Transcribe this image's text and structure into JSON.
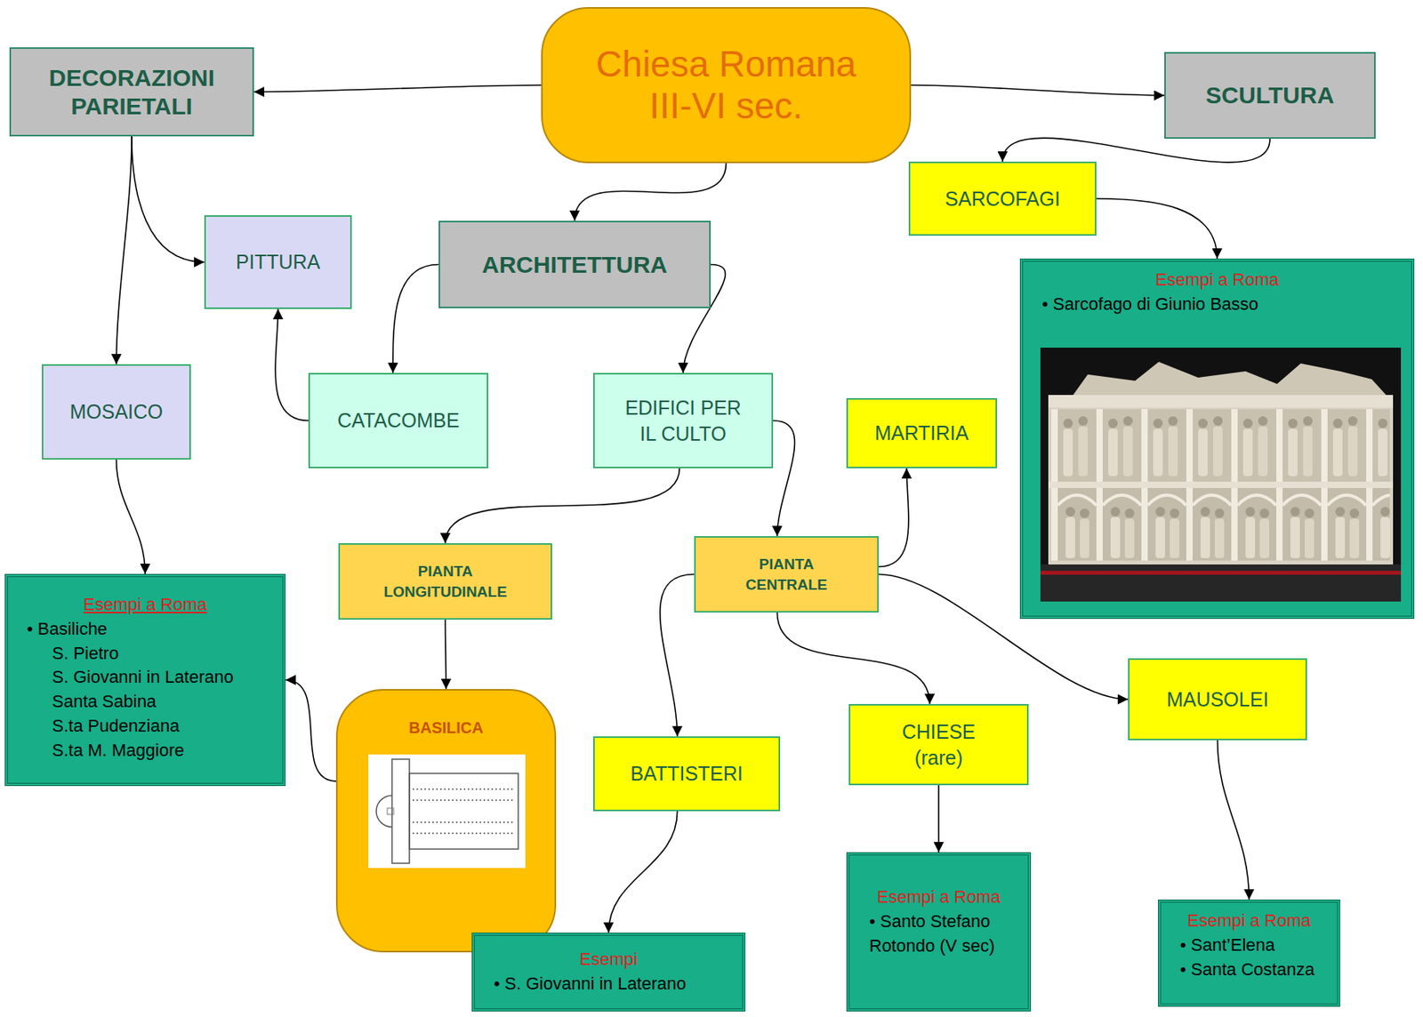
{
  "diagram": {
    "nodes": [
      {
        "text": [
          "Chiesa Romana III-VI sec."
        ]
      },
      {
        "text": [
          "DECORAZIONI PARIETALI"
        ]
      },
      {
        "text": [
          "SCULTURA"
        ]
      },
      {
        "text": [
          "SARCOFAGI"
        ]
      },
      {
        "text": [
          "PITTURA"
        ]
      },
      {
        "text": [
          "ARCHITETTURA"
        ]
      },
      {
        "text": [
          "Esempi a Roma",
          "• Sarcofago di Giunio Basso"
        ]
      },
      {
        "text": [
          "MOSAICO"
        ]
      },
      {
        "text": [
          "CATACOMBE"
        ]
      },
      {
        "text": [
          "EDIFICI PER IL CULTO"
        ]
      },
      {
        "text": [
          "MARTIRIA"
        ]
      },
      {
        "text": [
          "PIANTA LONGITUDINALE"
        ]
      },
      {
        "text": [
          "PIANTA CENTRALE"
        ]
      },
      {
        "text": [
          "Esempi a Roma",
          "• Basiliche",
          "S. Pietro",
          "S. Giovanni in Laterano",
          "Santa Sabina",
          "S.ta Pudenziana",
          "S.ta M. Maggiore"
        ]
      },
      {
        "text": [
          "BASILICA"
        ]
      },
      {
        "text": [
          "BATTISTERI"
        ]
      },
      {
        "text": [
          "CHIESE (rare)"
        ]
      },
      {
        "text": [
          "MAUSOLEI"
        ]
      },
      {
        "text": [
          "Esempi",
          "• S. Giovanni in Laterano"
        ]
      },
      {
        "text": [
          "Esempi a Roma",
          "• Santo Stefano Rotondo (V sec)"
        ]
      },
      {
        "text": [
          "Esempi a Roma",
          "• Sant’Elena",
          "• Santa Costanza"
        ]
      }
    ],
    "edges": [
      {
        "from": 0,
        "to": 1,
        "arrow": "to"
      },
      {
        "from": 0,
        "to": 2,
        "arrow": "to"
      },
      {
        "from": 0,
        "to": 5,
        "arrow": "to"
      },
      {
        "from": 2,
        "to": 3,
        "arrow": "to"
      },
      {
        "from": 3,
        "to": 6,
        "arrow": "to"
      },
      {
        "from": 1,
        "to": 4,
        "arrow": "to"
      },
      {
        "from": 1,
        "to": 7,
        "arrow": "to"
      },
      {
        "from": 5,
        "to": 8,
        "arrow": "to"
      },
      {
        "from": 5,
        "to": 9,
        "arrow": "to"
      },
      {
        "from": 8,
        "to": 4,
        "arrow": "to"
      },
      {
        "from": 7,
        "to": 13,
        "arrow": "to"
      },
      {
        "from": 9,
        "to": 11,
        "arrow": "to"
      },
      {
        "from": 9,
        "to": 12,
        "arrow": "to"
      },
      {
        "from": 12,
        "to": 10,
        "arrow": "to"
      },
      {
        "from": 12,
        "to": 15,
        "arrow": "to"
      },
      {
        "from": 12,
        "to": 16,
        "arrow": "to"
      },
      {
        "from": 12,
        "to": 17,
        "arrow": "to"
      },
      {
        "from": 11,
        "to": 14,
        "arrow": "to"
      },
      {
        "from": 14,
        "to": 13,
        "arrow": "to"
      },
      {
        "from": 15,
        "to": 18,
        "arrow": "to"
      },
      {
        "from": 16,
        "to": 19,
        "arrow": "to"
      },
      {
        "from": 17,
        "to": 20,
        "arrow": "to"
      }
    ]
  }
}
